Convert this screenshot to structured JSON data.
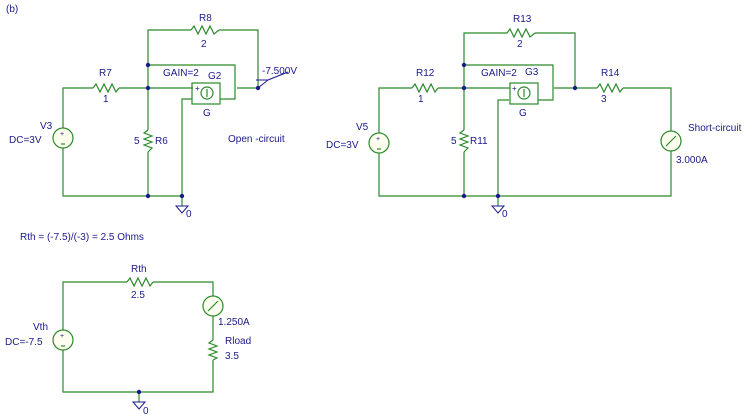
{
  "panel_label": "(b)",
  "open_circuit": {
    "r7": {
      "name": "R7",
      "value": "1"
    },
    "r8": {
      "name": "R8",
      "value": "2"
    },
    "r6": {
      "name": "R6",
      "value": "5"
    },
    "gain_label": "GAIN=2",
    "g_name": "G2",
    "g_pin": "G",
    "v3_name": "V3",
    "v3_value": "DC=3V",
    "probe_voltage": "-7.500V",
    "note": "Open -circuit",
    "ground_label": "0"
  },
  "short_circuit": {
    "r12": {
      "name": "R12",
      "value": "1"
    },
    "r13": {
      "name": "R13",
      "value": "2"
    },
    "r11": {
      "name": "R11",
      "value": "5"
    },
    "r14": {
      "name": "R14",
      "value": "3"
    },
    "gain_label": "GAIN=2",
    "g_name": "G3",
    "g_pin": "G",
    "v5_name": "V5",
    "v5_value": "DC=3V",
    "note": "Short-circuit",
    "current": "3.000A",
    "ground_label": "0"
  },
  "equation": "Rth = (-7.5)/(-3) = 2.5 Ohms",
  "thevenin": {
    "rth": {
      "name": "Rth",
      "value": "2.5"
    },
    "rload": {
      "name": "Rload",
      "value": "3.5"
    },
    "vth_name": "Vth",
    "vth_value": "DC=-7.5",
    "current": "1.250A",
    "ground_label": "0"
  },
  "colors": {
    "wire": "#2b8a2b",
    "text": "#1a1a8c",
    "node": "#1a1a8c"
  }
}
